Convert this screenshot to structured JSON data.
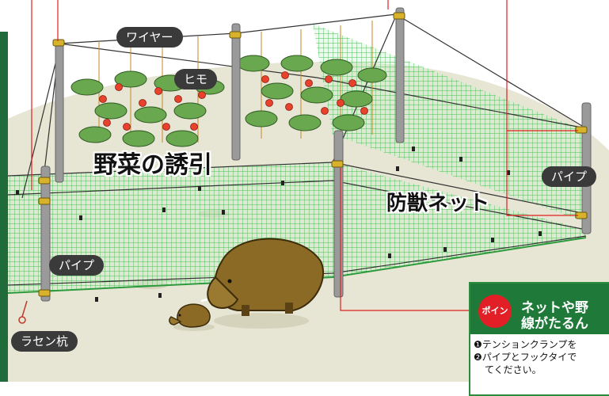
{
  "labels": {
    "wire": "ワイヤー",
    "string": "ヒモ",
    "vegetable_training": "野菜の誘引",
    "pipe_right": "パイプ",
    "pipe_left": "パイプ",
    "net": "防獣ネット",
    "spiral_stake": "ラセン杭"
  },
  "point": {
    "badge": "ポイント",
    "title_line1": "ネットや野",
    "title_line2": "線がたるん",
    "item1": "❶テンションクランプを",
    "item2": "❷パイプとフックタイで",
    "item2_cont": "てください。"
  },
  "colors": {
    "net": "#4cc35a",
    "ground": "#e7e5d3",
    "pipe": "#9a9a9a",
    "pointer_line": "#e02020",
    "left_stripe": "#1f6b3a",
    "point_header": "#1f7a39",
    "badge": "#e21f26"
  }
}
